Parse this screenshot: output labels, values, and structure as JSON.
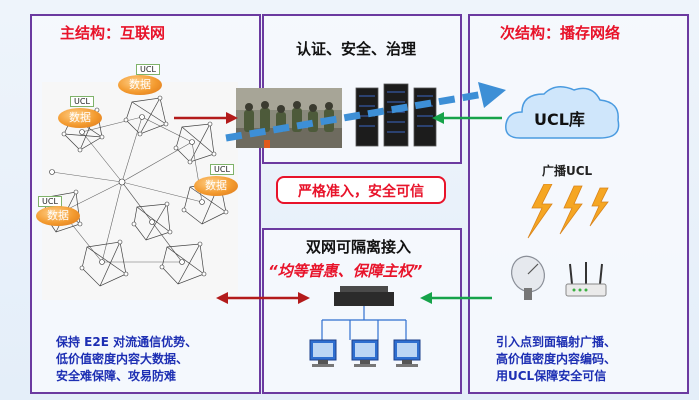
{
  "left": {
    "title": "主结构：互联网",
    "ucl_tag": "UCL",
    "data_label": "数据",
    "desc": [
      "保持 E2E 对流通信优势、",
      "低价值密度内容大数据、",
      "安全难保障、攻易防难"
    ]
  },
  "mid_top": {
    "title": "认证、安全、治理"
  },
  "note": "严格准入，安全可信",
  "mid_bottom": {
    "title": "双网可隔离接入",
    "slogan": "“均等普惠、保障主权”"
  },
  "right": {
    "title": "次结构：播存网络",
    "cloud_label": "UCL库",
    "broadcast_label": "广播UCL",
    "desc": [
      "引入点到面辐射广播、",
      "高价值密度内容编码、",
      "用UCL保障安全可信"
    ]
  },
  "colors": {
    "title_red": "#e8132a",
    "desc_blue": "#1d2fb3",
    "frame_purple": "#6b3aa0",
    "arrow_green": "#16a34a",
    "arrow_darkred": "#b31b1b",
    "lightning": "#f5a623"
  }
}
